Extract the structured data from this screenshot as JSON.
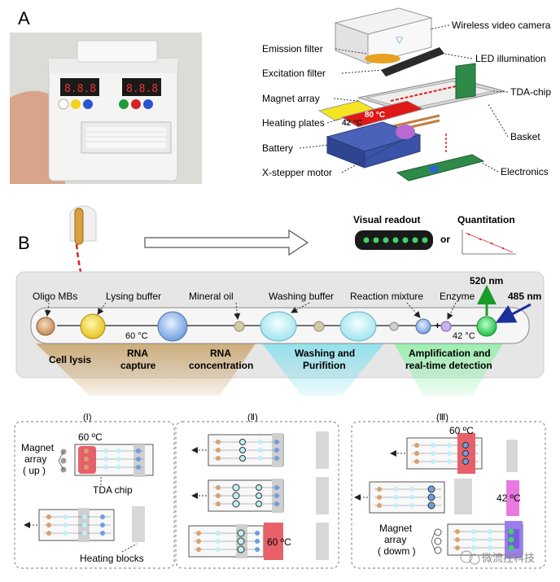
{
  "panel_a": {
    "letter": "A",
    "labels_left": [
      "Emission filter",
      "Excitation filter",
      "Magnet array",
      "Heating plates",
      "Battery",
      "X-stepper motor"
    ],
    "labels_right": [
      "Wireless video camera",
      "LED  illumination",
      "TDA-chip",
      "Basket",
      "Electronics"
    ],
    "plate_temp_1": "80 °C",
    "plate_temp_2": "42 °C"
  },
  "panel_b": {
    "letter": "B",
    "visual_readout": "Visual readout",
    "or": "or",
    "quantitation": "Quantitation",
    "wavelength_emit": "520 nm",
    "wavelength_excite": "485 nm",
    "reagents": [
      "Oligo MBs",
      "Lysing buffer",
      "Mineral oil",
      "Washing buffer",
      "Reaction mixture",
      "Enzyme"
    ],
    "temp_lysis": "60 °C",
    "temp_amp": "42 °C",
    "plus": "+",
    "stage_1": "Cell lysis",
    "stage_2_line1": "RNA",
    "stage_2_line2": "capture",
    "stage_3_line1": "RNA",
    "stage_3_line2": "concentration",
    "stage_4_line1": "Washing and",
    "stage_4_line2": "Purifition",
    "stage_5_line1": "Amplification and",
    "stage_5_line2": "real-time detection"
  },
  "subpanels": {
    "label_1": "(Ⅰ)",
    "label_2": "(Ⅱ)",
    "label_3": "(Ⅲ)",
    "magnet_up_1": "Magnet",
    "magnet_up_2": "array",
    "magnet_up_3": "( up )",
    "tda_chip": "TDA chip",
    "heating_blocks": "Heating blocks",
    "temp_60": "60 ºC",
    "temp_42": "42 ºC",
    "magnet_down_1": "Magnet",
    "magnet_down_2": "array",
    "magnet_down_3": "( dowm )"
  },
  "watermark": "微流控科技",
  "colors": {
    "heat_red": "#e8606a",
    "heat_pink": "#e879e0",
    "bead_cyan": "#bfeff5",
    "bead_green": "#3fd36a",
    "tan_band": "#c9a46a"
  }
}
